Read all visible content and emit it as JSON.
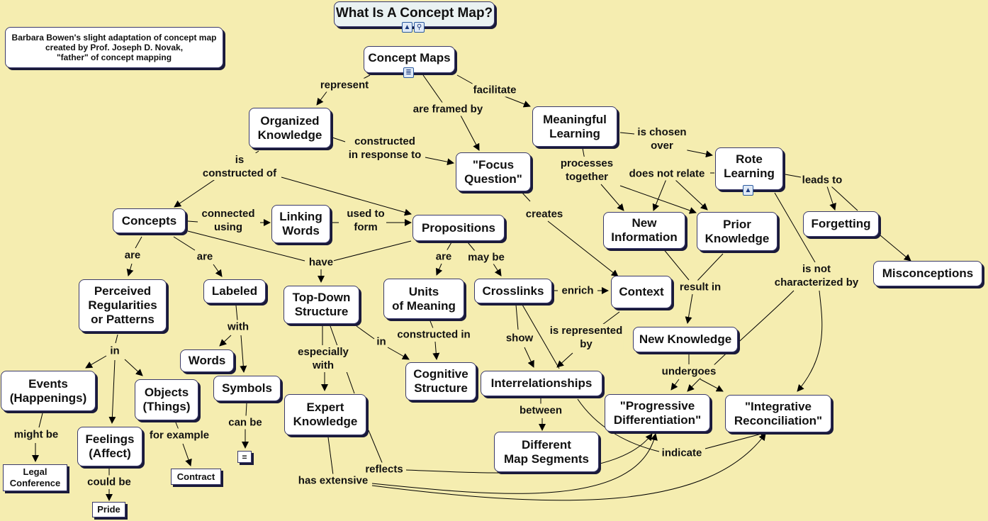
{
  "title": "What Is A Concept Map?",
  "note": "Barbara Bowen's slight adaptation of concept map\ncreated by Prof. Joseph D. Novak,\n\"father\" of concept mapping",
  "resource_icons": {
    "title": [
      "image-icon",
      "concept-map-icon"
    ],
    "concept_maps": [
      "document-icon"
    ],
    "rote_learning": [
      "image-icon"
    ]
  },
  "concepts": {
    "concept_maps": "Concept Maps",
    "organized_knowledge": "Organized\nKnowledge",
    "focus_question": "\"Focus\nQuestion\"",
    "meaningful_learning": "Meaningful\nLearning",
    "rote_learning": "Rote\nLearning",
    "concepts": "Concepts",
    "linking_words": "Linking\nWords",
    "propositions": "Propositions",
    "new_information": "New\nInformation",
    "prior_knowledge": "Prior\nKnowledge",
    "forgetting": "Forgetting",
    "misconceptions": "Misconceptions",
    "perceived_regularities": "Perceived\nRegularities\nor Patterns",
    "labeled": "Labeled",
    "top_down_structure": "Top-Down\nStructure",
    "units_of_meaning": "Units\nof Meaning",
    "crosslinks": "Crosslinks",
    "context": "Context",
    "new_knowledge": "New Knowledge",
    "words": "Words",
    "symbols": "Symbols",
    "events": "Events\n(Happenings)",
    "objects": "Objects\n(Things)",
    "feelings": "Feelings\n(Affect)",
    "expert_knowledge": "Expert\nKnowledge",
    "cognitive_structure": "Cognitive\nStructure",
    "interrelationships": "Interrelationships",
    "progressive_differentiation": "\"Progressive\nDifferentiation\"",
    "integrative_reconciliation": "\"Integrative\nReconciliation\"",
    "different_map_segments": "Different\nMap Segments",
    "legal_conference": "Legal\nConference",
    "contract": "Contract",
    "pride": "Pride",
    "equals_symbol": "="
  },
  "links": {
    "represent": "represent",
    "are_framed_by": "are framed by",
    "facilitate": "facilitate",
    "constructed_in_response_to": "constructed\nin response to",
    "is_constructed_of": "is\nconstructed of",
    "is_chosen_over": "is chosen\nover",
    "processes_together": "processes\ntogether",
    "does_not_relate": "does not relate",
    "leads_to": "leads to",
    "connected_using": "connected\nusing",
    "used_to_form": "used to\nform",
    "creates": "creates",
    "are_1": "are",
    "are_2": "are",
    "have": "have",
    "are_3": "are",
    "may_be": "may be",
    "enrich": "enrich",
    "result_in": "result in",
    "is_not_characterized_by": "is not\ncharacterized by",
    "in_1": "in",
    "with": "with",
    "especially_with": "especially\nwith",
    "in_2": "in",
    "constructed_in": "constructed in",
    "show": "show",
    "is_represented_by": "is represented\nby",
    "undergoes": "undergoes",
    "might_be": "might be",
    "for_example": "for example",
    "can_be": "can be",
    "could_be": "could be",
    "between": "between",
    "indicate": "indicate",
    "reflects": "reflects",
    "has_extensive": "has extensive"
  }
}
